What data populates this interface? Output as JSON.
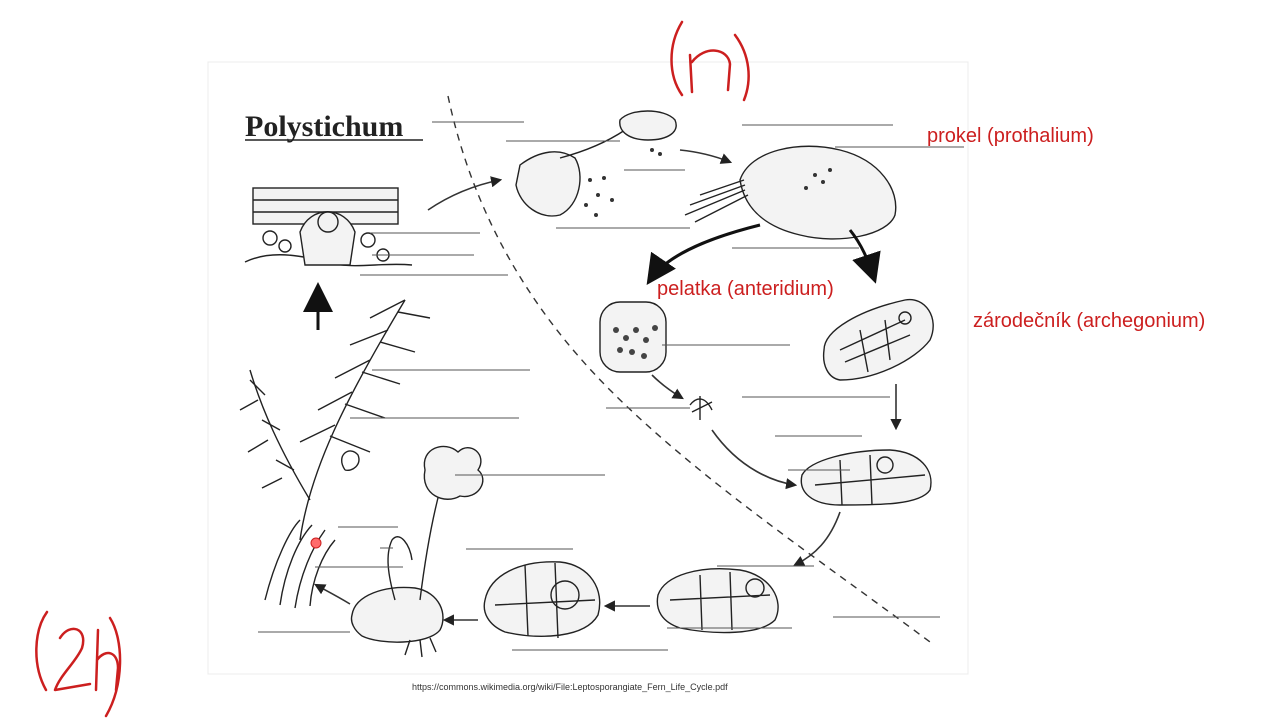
{
  "diagram": {
    "title": "Polystichum",
    "labels": {
      "prothallium": "prokel (prothalium)",
      "antheridium": "pelatka (anteridium)",
      "archegonium": "zárodečník (archegonium)"
    },
    "annotations": {
      "haploid": "(n)",
      "diploid": "(2n)"
    },
    "source_url": "https://commons.wikimedia.org/wiki/File:Leptosporangiate_Fern_Life_Cycle.pdf"
  },
  "colors": {
    "annotation": "#cc1f1f",
    "ink": "#222222",
    "background": "#ffffff"
  }
}
